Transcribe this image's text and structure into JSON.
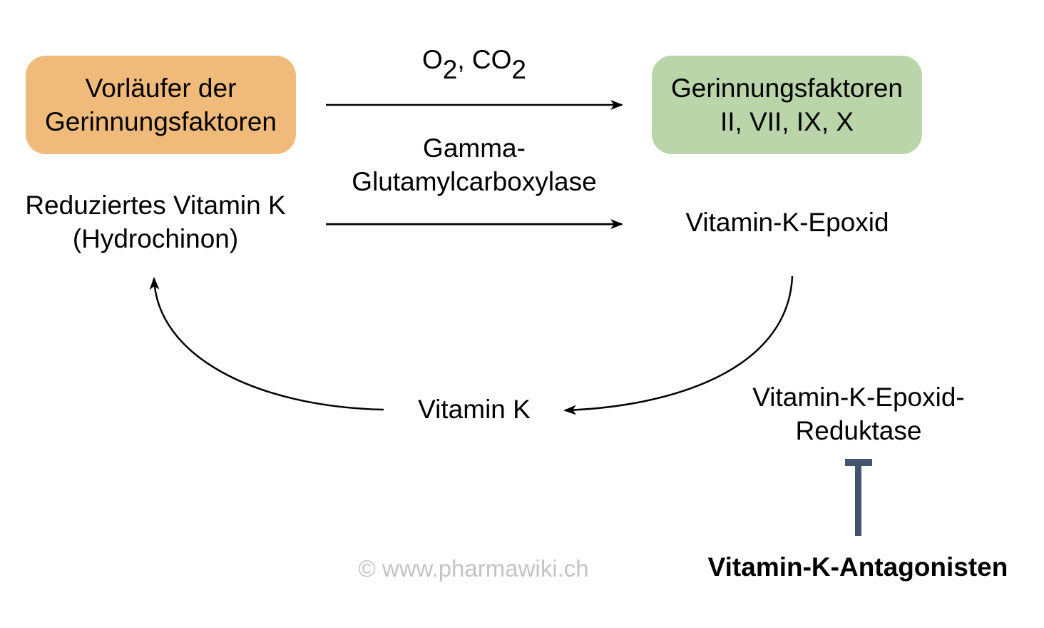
{
  "nodes": {
    "precursors": {
      "lines": [
        "Vorläufer der",
        "Gerinnungsfaktoren"
      ],
      "color": "#f0bb7a"
    },
    "factors": {
      "lines": [
        "Gerinnungsfaktoren",
        "II, VII, IX, X"
      ],
      "color": "#bad5a9"
    },
    "reduced_vitamin_k": {
      "lines": [
        "Reduziertes Vitamin K",
        "(Hydrochinon)"
      ]
    },
    "epoxide": {
      "label": "Vitamin-K-Epoxid"
    },
    "vitamin_k": {
      "label": "Vitamin K"
    },
    "reductase": {
      "lines": [
        "Vitamin-K-Epoxid-",
        "Reduktase"
      ]
    },
    "antagonists": {
      "label": "Vitamin-K-Antagonisten"
    }
  },
  "reaction": {
    "cofactor_o2": "O",
    "cofactor_o2_sub": "2",
    "cofactor_sep": ", ",
    "cofactor_co2": "CO",
    "cofactor_co2_sub": "2",
    "enzyme_lines": [
      "Gamma-",
      "Glutamylcarboxylase"
    ]
  },
  "inhibitor_color": "#44536f",
  "copyright": "© www.pharmawiki.ch"
}
